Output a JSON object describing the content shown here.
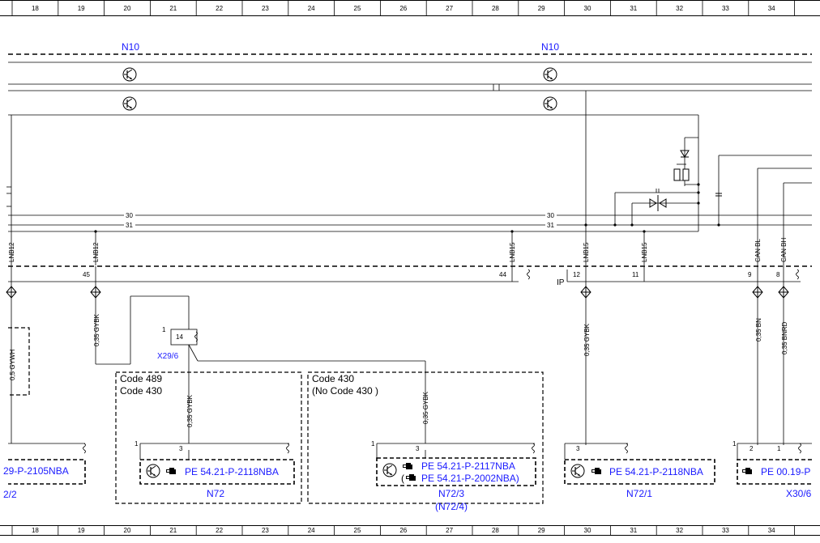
{
  "ruler": {
    "columns": [
      "18",
      "19",
      "20",
      "21",
      "22",
      "23",
      "24",
      "25",
      "26",
      "27",
      "28",
      "29",
      "30",
      "31",
      "32",
      "33",
      "34"
    ]
  },
  "modules": {
    "top_left": "N10",
    "top_right": "N10"
  },
  "bus": {
    "line30_left": "30",
    "line31_left": "31",
    "line30_right": "30",
    "line31_right": "31"
  },
  "signals": {
    "lnb12_a": "LNB12",
    "lnb12_b": "LNB12",
    "lnb15_a": "LNB15",
    "lnb15_b": "LNB15",
    "lnb15_c": "LNB15",
    "canbl": "CAN BL",
    "canbh": "CAN BH"
  },
  "pins": {
    "p45": "45",
    "p44": "44",
    "p12": "12",
    "p11": "11",
    "p9": "9",
    "p8": "8",
    "ip": "IP"
  },
  "wires": {
    "w1": "0,5 GYWH",
    "w2": "0,35 GYBK",
    "w3": "0,35 GYBK",
    "w4": "0,35 GYBK",
    "w5": "0,35 GYBK",
    "w6": "0,35 BN",
    "w7": "0,35 BNRD"
  },
  "connector": {
    "name": "X29/6",
    "pin14": "14",
    "pin1": "1"
  },
  "codes": {
    "left_line1": "Code 489",
    "left_line2": "Code 430",
    "right_line1": "Code 430",
    "right_line2": "(No  Code 430  )"
  },
  "components": {
    "left_ref": "29-P-2105NBA",
    "left_name": "2/2",
    "n72_ref": "PE 54.21-P-2118NBA",
    "n72_name": "N72",
    "n72_pin1": "1",
    "n72_pin3": "3",
    "n723_ref1": "PE 54.21-P-2117NBA",
    "n723_ref2": "PE 54.21-P-2002NBA)",
    "n723_name": "N72/3",
    "n723_alt": "(N72/4)",
    "n723_pin1": "1",
    "n723_pin3": "3",
    "n721_ref": "PE 54.21-P-2118NBA",
    "n721_name": "N72/1",
    "n721_pin3": "3",
    "x306_ref": "PE 00.19-P",
    "x306_name": "X30/6",
    "x306_pin1a": "1",
    "x306_pin2": "2",
    "x306_pin1b": "1"
  },
  "icons": [
    "transistor-icon",
    "pointing-hand-icon",
    "diode-icon",
    "resistor-icon",
    "capacitor-icon",
    "ground-wave-icon"
  ],
  "colors": {
    "line": "#000000",
    "reference_text": "#1a1aff",
    "background": "#ffffff"
  }
}
